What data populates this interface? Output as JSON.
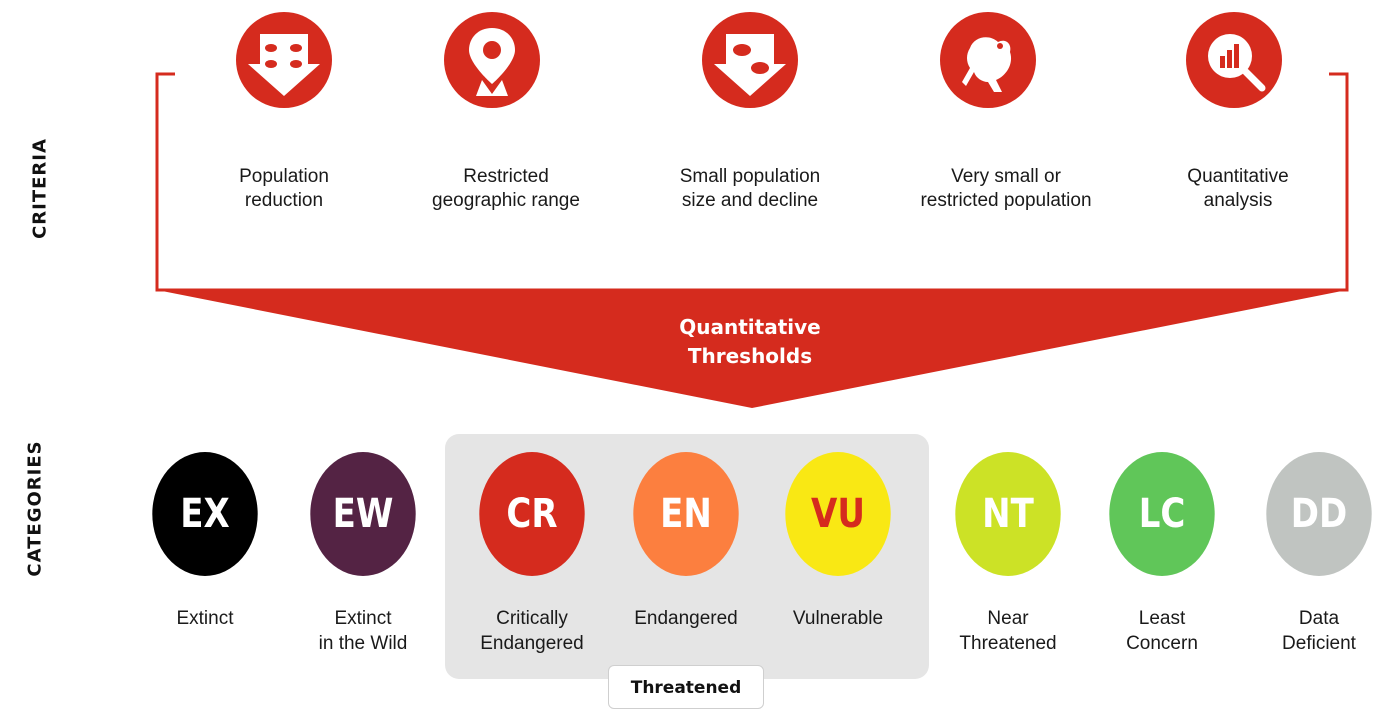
{
  "side_labels": {
    "criteria": "CRITERIA",
    "categories": "CATEGORIES"
  },
  "criteria": [
    {
      "icon": "population-reduction-icon",
      "line1": "Population",
      "line2": "reduction"
    },
    {
      "icon": "location-pin-icon",
      "line1": "Restricted",
      "line2": "geographic range"
    },
    {
      "icon": "small-population-decline-icon",
      "line1": "Small population",
      "line2": "size and decline"
    },
    {
      "icon": "frog-icon",
      "line1": "Very small or",
      "line2": "restricted population"
    },
    {
      "icon": "magnifier-chart-icon",
      "line1": "Quantitative",
      "line2": "analysis"
    }
  ],
  "threshold": {
    "line1": "Quantitative",
    "line2": "Thresholds"
  },
  "threatened_label": "Threatened",
  "categories": [
    {
      "code": "EX",
      "line1": "Extinct",
      "line2": "",
      "color": "#000000",
      "text_color": "#ffffff"
    },
    {
      "code": "EW",
      "line1": "Extinct",
      "line2": "in the Wild",
      "color": "#542344",
      "text_color": "#ffffff"
    },
    {
      "code": "CR",
      "line1": "Critically",
      "line2": "Endangered",
      "color": "#d52b1e",
      "text_color": "#ffffff"
    },
    {
      "code": "EN",
      "line1": "Endangered",
      "line2": "",
      "color": "#fc7f3f",
      "text_color": "#ffffff"
    },
    {
      "code": "VU",
      "line1": "Vulnerable",
      "line2": "",
      "color": "#f9e814",
      "text_color": "#d52b1e"
    },
    {
      "code": "NT",
      "line1": "Near",
      "line2": "Threatened",
      "color": "#cce226",
      "text_color": "#ffffff"
    },
    {
      "code": "LC",
      "line1": "Least",
      "line2": "Concern",
      "color": "#60c659",
      "text_color": "#ffffff"
    },
    {
      "code": "DD",
      "line1": "Data",
      "line2": "Deficient",
      "color": "#c0c4c1",
      "text_color": "#ffffff"
    }
  ],
  "colors": {
    "accent": "#d52b1e",
    "threatened_bg": "#e5e5e5"
  }
}
